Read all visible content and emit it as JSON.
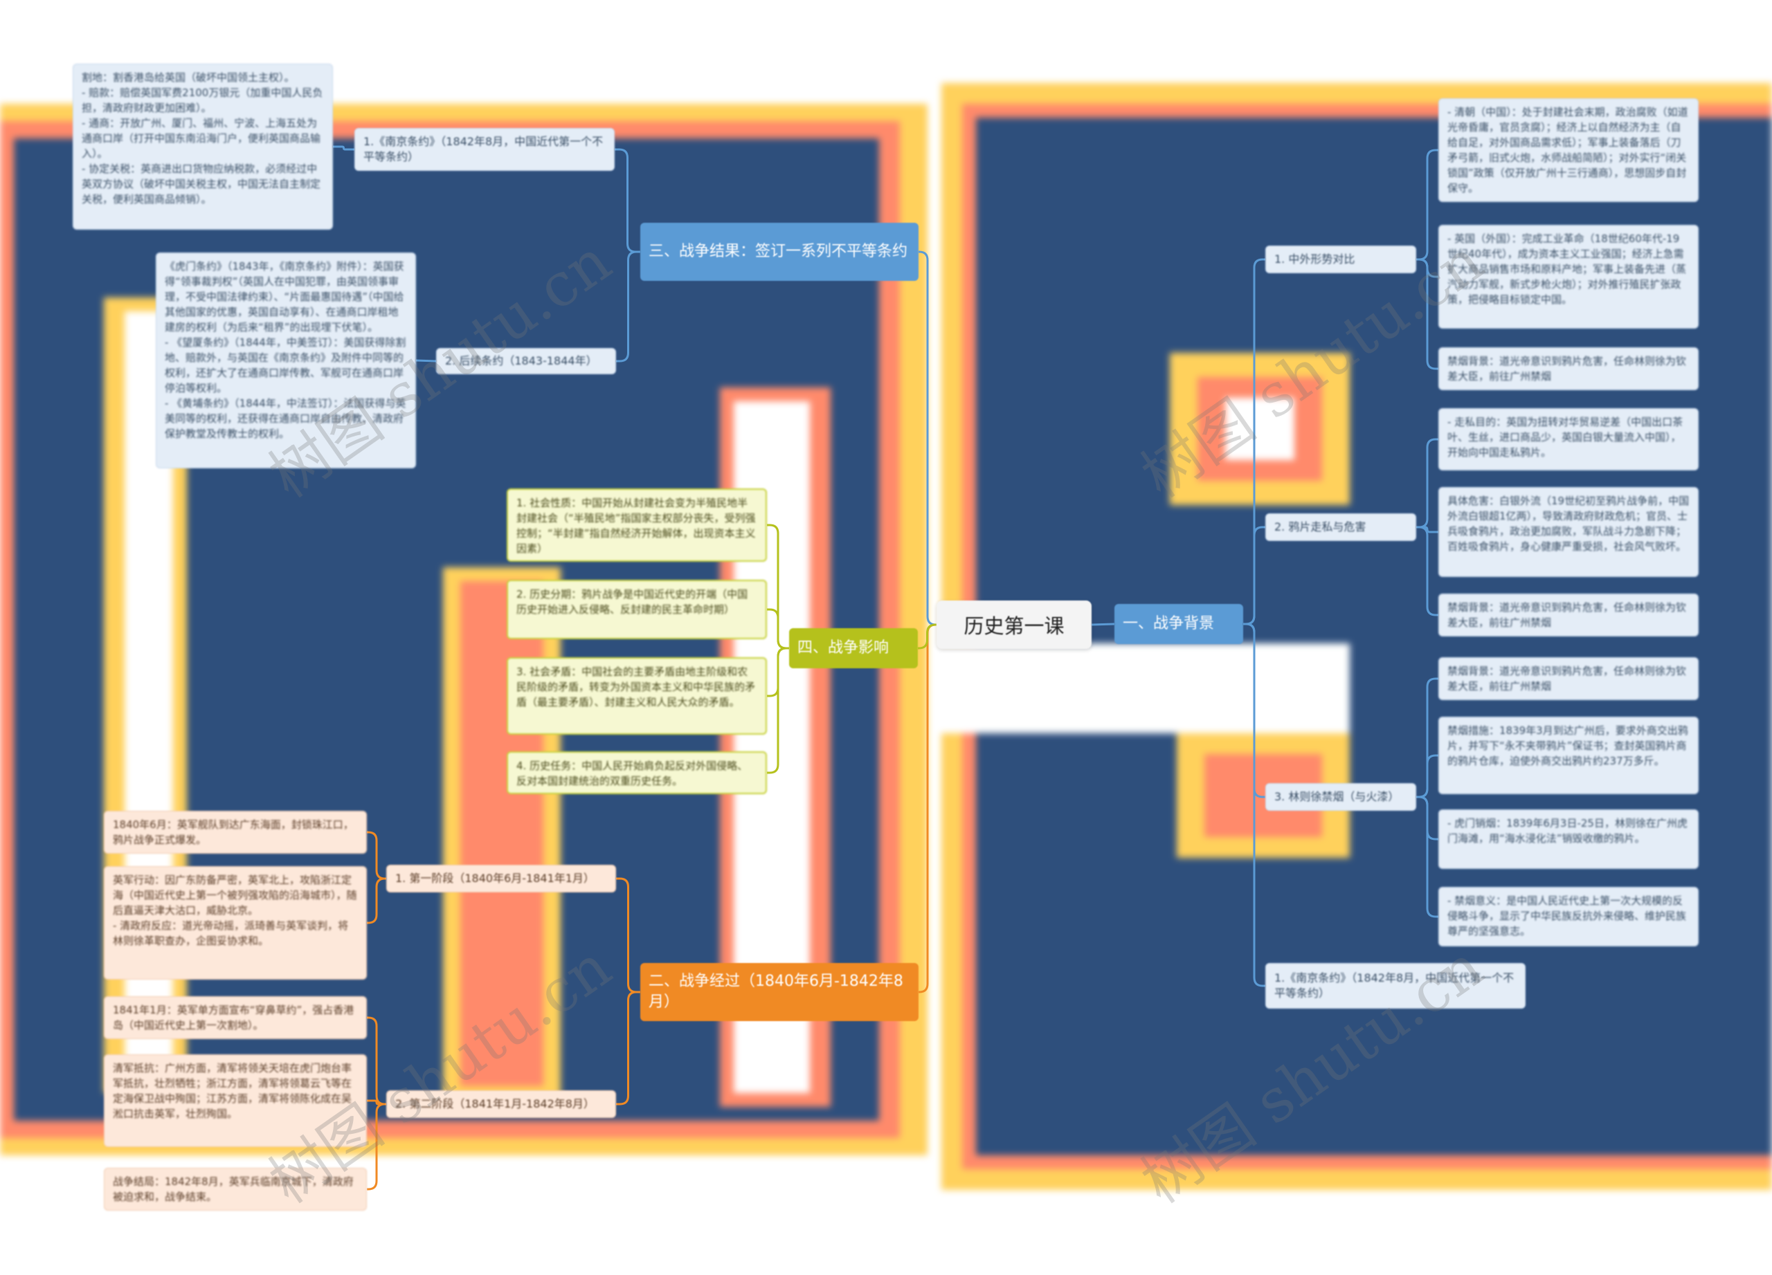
{
  "colors": {
    "background_navy": "#2e4f7c",
    "background_yellow": "#ffd15c",
    "background_salmon": "#ff8a6b",
    "branch_blue": "#5b9bd5",
    "branch_orange": "#f08a24",
    "branch_olive": "#b5c11c",
    "line_blue": "#5b9bd5",
    "line_orange": "#f08a24",
    "line_olive": "#b5c11c"
  },
  "watermark": "树图 shutu.cn",
  "root": {
    "label": "历史第一课"
  },
  "branch1": {
    "label": "一、战争背景",
    "subs": [
      {
        "label": "1. 中外形势对比",
        "leaves": [
          "- 清朝（中国）：处于封建社会末期，政治腐败（如道光帝昏庸，官员贪腐）；经济上以自然经济为主（自给自足，对外国商品需求低）；军事上装备落后（刀矛弓箭，旧式火炮，水师战船简陋）；对外实行“闭关锁国”政策（仅开放广州十三行通商），思想固步自封保守。",
          "- 英国（外国）：完成工业革命（18世纪60年代-19世纪40年代），成为资本主义工业强国；经济上急需扩大商品销售市场和原料产地；军事上装备先进（蒸汽动力军舰，新式步枪火炮）；对外推行殖民扩张政策，把侵略目标锁定中国。",
          "禁烟背景：道光帝意识到鸦片危害，任命林则徐为钦差大臣，前往广州禁烟"
        ]
      },
      {
        "label": "2. 鸦片走私与危害",
        "leaves": [
          "- 走私目的：英国为扭转对华贸易逆差（中国出口茶叶、生丝，进口商品少，英国白银大量流入中国），开始向中国走私鸦片。",
          "具体危害：白银外流（19世纪初至鸦片战争前，中国外流白银超1亿两），导致清政府财政危机；官员、士兵吸食鸦片，政治更加腐败，军队战斗力急剧下降；百姓吸食鸦片，身心健康严重受损，社会风气败坏。",
          "禁烟背景：道光帝意识到鸦片危害，任命林则徐为钦差大臣，前往广州禁烟"
        ]
      },
      {
        "label": "3. 林则徐禁烟（与火漆）",
        "leaves": [
          "禁烟背景：道光帝意识到鸦片危害，任命林则徐为钦差大臣，前往广州禁烟",
          "禁烟措施：1839年3月到达广州后，要求外商交出鸦片，并写下“永不夹带鸦片”保证书；查封英国鸦片商的鸦片仓库，迫使外商交出鸦片约237万多斤。",
          "- 虎门销烟：1839年6月3日-25日，林则徐在广州虎门海滩，用“海水浸化法”销毁收缴的鸦片。",
          "- 禁烟意义：是中国人民近代史上第一次大规模的反侵略斗争，显示了中华民族反抗外来侵略、维护民族尊严的坚强意志。"
        ]
      },
      {
        "label": "1.《南京条约》（1842年8月，中国近代第一个不平等条约）",
        "leaves": []
      }
    ]
  },
  "branch2": {
    "label": "二、战争经过（1840年6月-1842年8月）",
    "subs": [
      {
        "label": "1. 第一阶段（1840年6月-1841年1月）",
        "leaves": [
          "1840年6月：英军舰队到达广东海面，封锁珠江口，鸦片战争正式爆发。",
          "英军行动：因广东防备严密，英军北上，攻陷浙江定海（中国近代史上第一个被列强攻陷的沿海城市），随后直逼天津大沽口，威胁北京。\n- 清政府反应：道光帝动摇，派琦善与英军谈判，将林则徐革职查办，企图妥协求和。"
        ]
      },
      {
        "label": "2. 第二阶段（1841年1月-1842年8月）",
        "leaves": [
          "1841年1月：英军单方面宣布“穿鼻草约”，强占香港岛（中国近代史上第一次割地）。",
          "清军抵抗：广州方面，清军将领关天培在虎门炮台率军抵抗，壮烈牺牲；浙江方面，清军将领葛云飞等在定海保卫战中殉国；江苏方面，清军将领陈化成在吴淞口抗击英军，壮烈殉国。",
          "战争结局：1842年8月，英军兵临南京城下，清政府被迫求和，战争结束。"
        ]
      }
    ]
  },
  "branch3": {
    "label": "三、战争结果：签订一系列不平等条约",
    "subs": [
      {
        "label": "1.《南京条约》（1842年8月，中国近代第一个不平等条约）",
        "leaves": [
          "割地：割香港岛给英国（破坏中国领土主权）。\n- 赔款：赔偿英国军费2100万银元（加重中国人民负担，清政府财政更加困难）。\n- 通商：开放广州、厦门、福州、宁波、上海五处为通商口岸（打开中国东南沿海门户，便利英国商品输入）。\n- 协定关税：英商进出口货物应纳税款，必须经过中英双方协议（破坏中国关税主权，中国无法自主制定关税，便利英国商品倾销）。"
        ]
      },
      {
        "label": "2. 后续条约（1843-1844年）",
        "leaves": [
          "《虎门条约》（1843年，《南京条约》附件）：英国获得“领事裁判权”（英国人在中国犯罪，由英国领事审理，不受中国法律约束）、“片面最惠国待遇”（中国给其他国家的优惠，英国自动享有）、在通商口岸租地建房的权利（为后来“租界”的出现埋下伏笔）。\n- 《望厦条约》（1844年，中美签订）：美国获得除割地、赔款外，与英国在《南京条约》及附件中同等的权利，还扩大了在通商口岸传教、军舰可在通商口岸停泊等权利。\n- 《黄埔条约》（1844年，中法签订）：法国获得与英美同等的权利，还获得在通商口岸自由传教、清政府保护教堂及传教士的权利。"
        ]
      }
    ]
  },
  "branch4": {
    "label": "四、战争影响",
    "leaves": [
      "1. 社会性质：中国开始从封建社会变为半殖民地半封建社会（“半殖民地”指国家主权部分丧失，受列强控制；“半封建”指自然经济开始解体，出现资本主义因素）",
      "2. 历史分期：鸦片战争是中国近代史的开端（中国历史开始进入反侵略、反封建的民主革命时期）",
      "3. 社会矛盾：中国社会的主要矛盾由地主阶级和农民阶级的矛盾，转变为外国资本主义和中华民族的矛盾（最主要矛盾）、封建主义和人民大众的矛盾。",
      "4. 历史任务：中国人民开始肩负起反对外国侵略、反对本国封建统治的双重历史任务。"
    ]
  }
}
